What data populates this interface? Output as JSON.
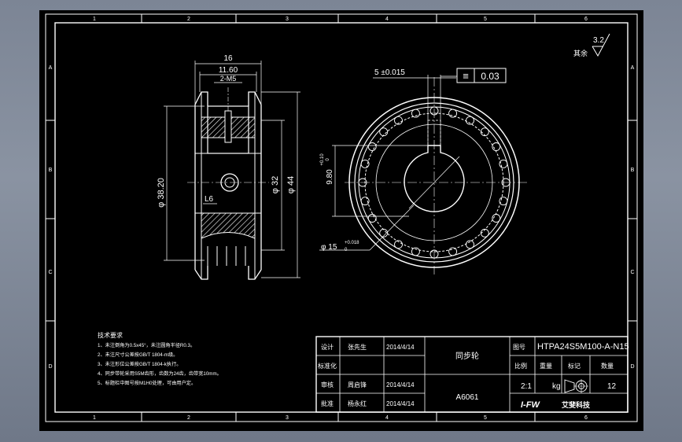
{
  "frame": {
    "col_marks": [
      "1",
      "2",
      "3",
      "4",
      "5",
      "6"
    ],
    "row_marks": [
      "A",
      "B",
      "C",
      "D"
    ]
  },
  "roughness": {
    "label": "其余",
    "value": "3.2"
  },
  "side_view": {
    "dims": [
      "16",
      "11.60",
      "2-M5",
      "L6"
    ],
    "diameters": [
      "φ 38.20",
      "φ 32",
      "φ 44"
    ]
  },
  "front_view": {
    "key_width": "5 ±0.015",
    "symmetry_tolerance": "0.03",
    "symmetry_symbol": "≡",
    "keyway_depth": "9.80",
    "keyway_depth_tol_upper": "+0.10",
    "keyway_depth_tol_lower": "0",
    "bore": "φ 15",
    "bore_tol_upper": "+0.018",
    "bore_tol_lower": "0"
  },
  "tech_notes": {
    "title": "技术要求",
    "lines": [
      "1、未注倒角为0.5x45°，未注圆角半径R0.3。",
      "2、未注尺寸公差按GB/T 1804-m级。",
      "3、未注形位公差按GB/T 1804-k执行。",
      "4、同步带轮采用S5M齿形，齿数为24齿，齿带宽10mm。",
      "5、标题栏中图号按M1H0处理，可由用户定。"
    ]
  },
  "title_block": {
    "design_label": "设计",
    "design_name": "张先生",
    "design_date": "2014/4/14",
    "standard_label": "标准化",
    "review_label": "审核",
    "review_name": "周启锋",
    "review_date": "2014/4/14",
    "approve_label": "批准",
    "approve_name": "杨永红",
    "approve_date": "2014/4/14",
    "part_name": "同步轮",
    "material": "A6061",
    "drawing_no_label": "图号",
    "drawing_no": "HTPA24S5M100-A-N15",
    "scale_label": "比例",
    "weight_label": "重量",
    "standard_mark_label": "标记",
    "quantity_label": "数量",
    "scale": "2:1",
    "weight_unit": "kg",
    "quantity": "12",
    "company_logo": "I-FW",
    "company_name": "艾斐科技"
  }
}
